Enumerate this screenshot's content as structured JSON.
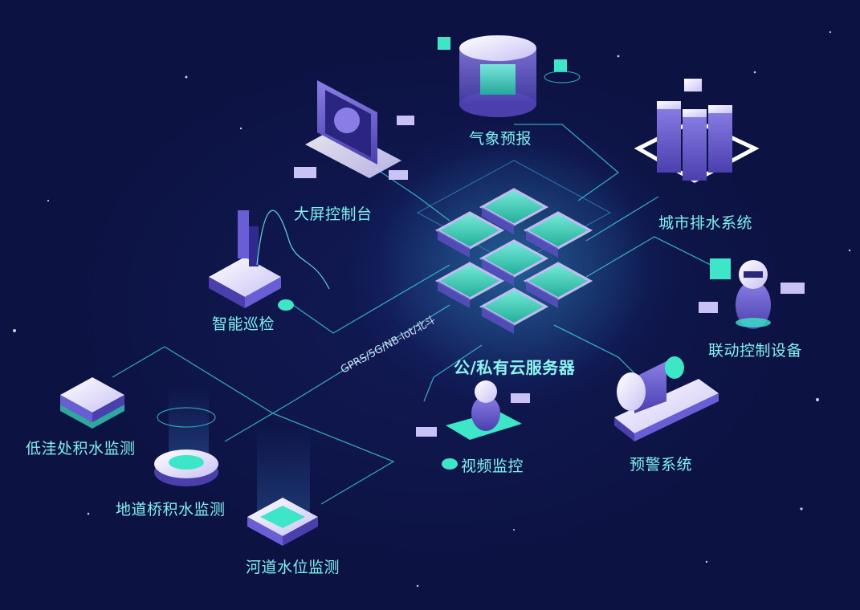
{
  "center_node": {
    "label": "公/私有云服务器"
  },
  "protocol_label": "GPRS/5G/NB-lot/北斗",
  "nodes": {
    "weather": {
      "label": "气象预报"
    },
    "big_screen": {
      "label": "大屏控制台"
    },
    "drainage": {
      "label": "城市排水系统"
    },
    "inspection": {
      "label": "智能巡检"
    },
    "linkage": {
      "label": "联动控制设备"
    },
    "lowland": {
      "label": "低洼处积水监测"
    },
    "video": {
      "label": "视频监控"
    },
    "warning": {
      "label": "预警系统"
    },
    "underpass": {
      "label": "地道桥积水监测"
    },
    "river": {
      "label": "河道水位监测"
    }
  },
  "colors": {
    "background": "#0c1241",
    "line": "#35b6c8",
    "label": "#7df2ee",
    "accent": "#3ee6c8",
    "device": "#8a7ee6"
  }
}
